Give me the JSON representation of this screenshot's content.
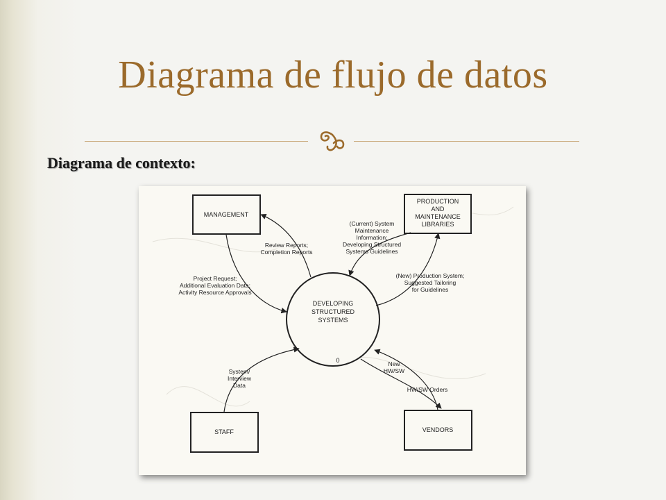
{
  "slide": {
    "title": "Diagrama de flujo de datos",
    "subtitle": "Diagrama de contexto:"
  },
  "diagram": {
    "process": {
      "lines": [
        "DEVELOPING",
        "STRUCTURED",
        "SYSTEMS"
      ],
      "number": "0"
    },
    "entities": {
      "management": [
        "MANAGEMENT"
      ],
      "production": [
        "PRODUCTION",
        "AND",
        "MAINTENANCE",
        "LIBRARIES"
      ],
      "staff": [
        "STAFF"
      ],
      "vendors": [
        "VENDORS"
      ]
    },
    "flows": {
      "review_reports": [
        "Review Reports;",
        "Completion Reports"
      ],
      "project_request": [
        "Project Request;",
        "Additional Evaluation Data;",
        "Activity Resource Approvals"
      ],
      "current_system": [
        "(Current) System",
        "Maintenance",
        "Information;",
        "Developing Structured",
        "Systems Guidelines"
      ],
      "new_production": [
        "(New) Production System;",
        "Suggested Tailoring",
        "for Guidelines"
      ],
      "system_interview": [
        "System/",
        "Interview",
        "Data"
      ],
      "new_hw_sw": [
        "New",
        "HW/SW"
      ],
      "hw_sw_orders": [
        "HW/SW Orders"
      ]
    }
  }
}
